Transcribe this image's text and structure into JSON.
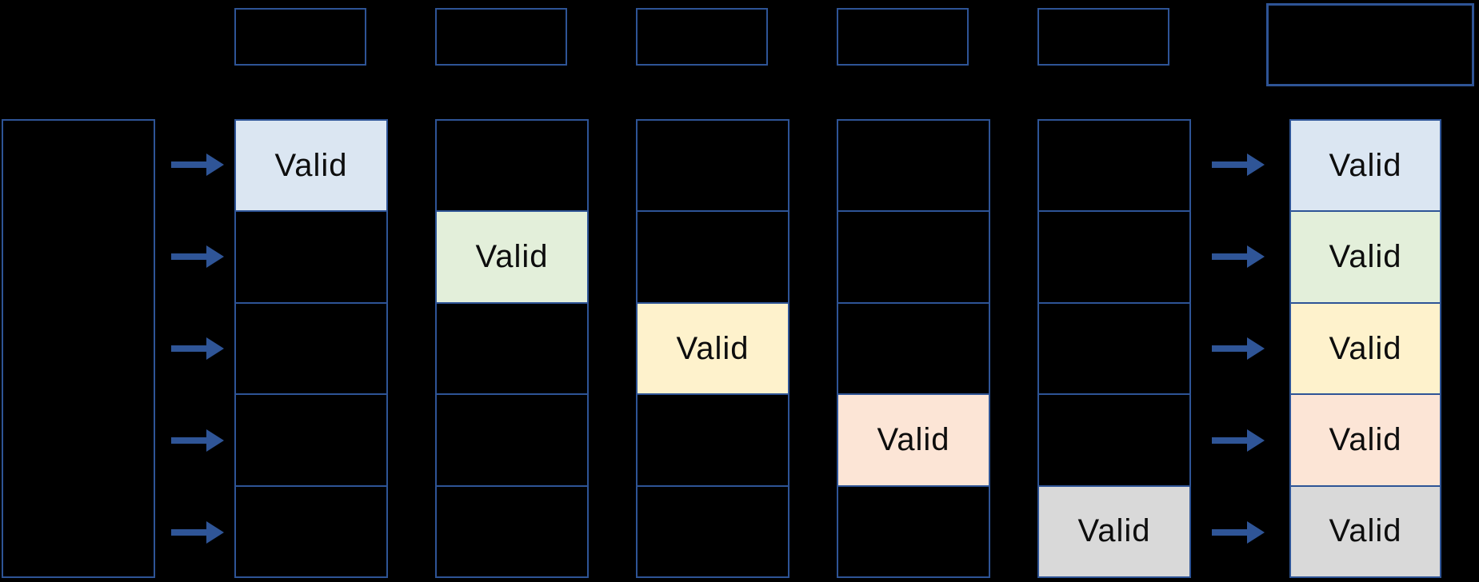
{
  "diagram": {
    "background": "#000000",
    "box_border_color": "#2e5496",
    "arrow_color": "#2f5597",
    "label_text_color": "#0d0d0d",
    "valid_label": "Valid",
    "row_colors": [
      "#dbe6f2",
      "#e3efda",
      "#fef2cc",
      "#fce5d6",
      "#d9d9d9"
    ],
    "top_boxes": {
      "small_count": 5,
      "large_count": 1,
      "labels": [
        "",
        "",
        "",
        "",
        "",
        ""
      ]
    },
    "source_box_label": "",
    "columns": [
      {
        "rows": 5,
        "valid_rows": [
          1
        ]
      },
      {
        "rows": 5,
        "valid_rows": [
          2
        ]
      },
      {
        "rows": 5,
        "valid_rows": [
          3
        ]
      },
      {
        "rows": 5,
        "valid_rows": [
          4
        ]
      },
      {
        "rows": 5,
        "valid_rows": [
          5
        ]
      },
      {
        "rows": 5,
        "valid_rows": [
          1,
          2,
          3,
          4,
          5
        ]
      }
    ],
    "left_arrow_count": 5,
    "right_arrow_count": 5
  }
}
